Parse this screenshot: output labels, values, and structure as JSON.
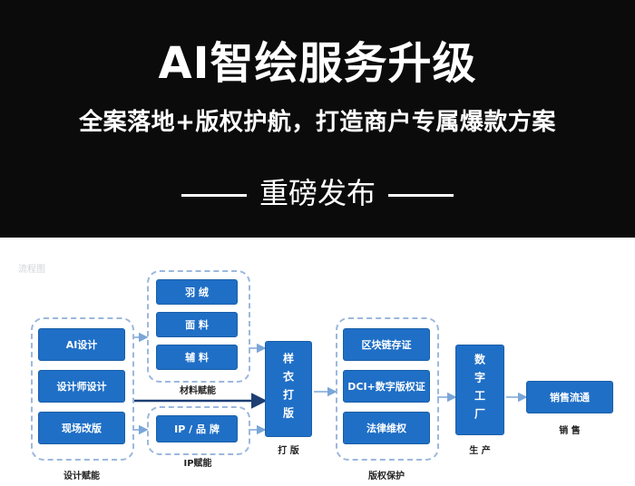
{
  "hero": {
    "title": "AI智绘服务升级",
    "subtitle": "全案落地+版权护航，打造商户专属爆款方案",
    "release": "重磅发布"
  },
  "diagram": {
    "faint_corner_text": "流程图",
    "design": {
      "items": [
        "AI设计",
        "设计师设计",
        "现场改版"
      ],
      "caption": "设计赋能"
    },
    "material": {
      "items": [
        "羽 绒",
        "面 料",
        "辅 料"
      ],
      "caption": "材料赋能"
    },
    "ip": {
      "item": "IP / 品 牌",
      "caption": "IP赋能"
    },
    "sample": {
      "item": "样衣打版",
      "caption": "打 版"
    },
    "copyright": {
      "items": [
        "区块链存证",
        "DCI+数字版权证",
        "法律维权"
      ],
      "caption": "版权保护"
    },
    "factory": {
      "item": "数字工厂",
      "caption": "生 产"
    },
    "sales": {
      "item": "销售流通",
      "caption": "销 售"
    },
    "colors": {
      "box": "#1f6fc6",
      "dash": "#9cb8dd",
      "arrow": "#1d3f73"
    }
  }
}
